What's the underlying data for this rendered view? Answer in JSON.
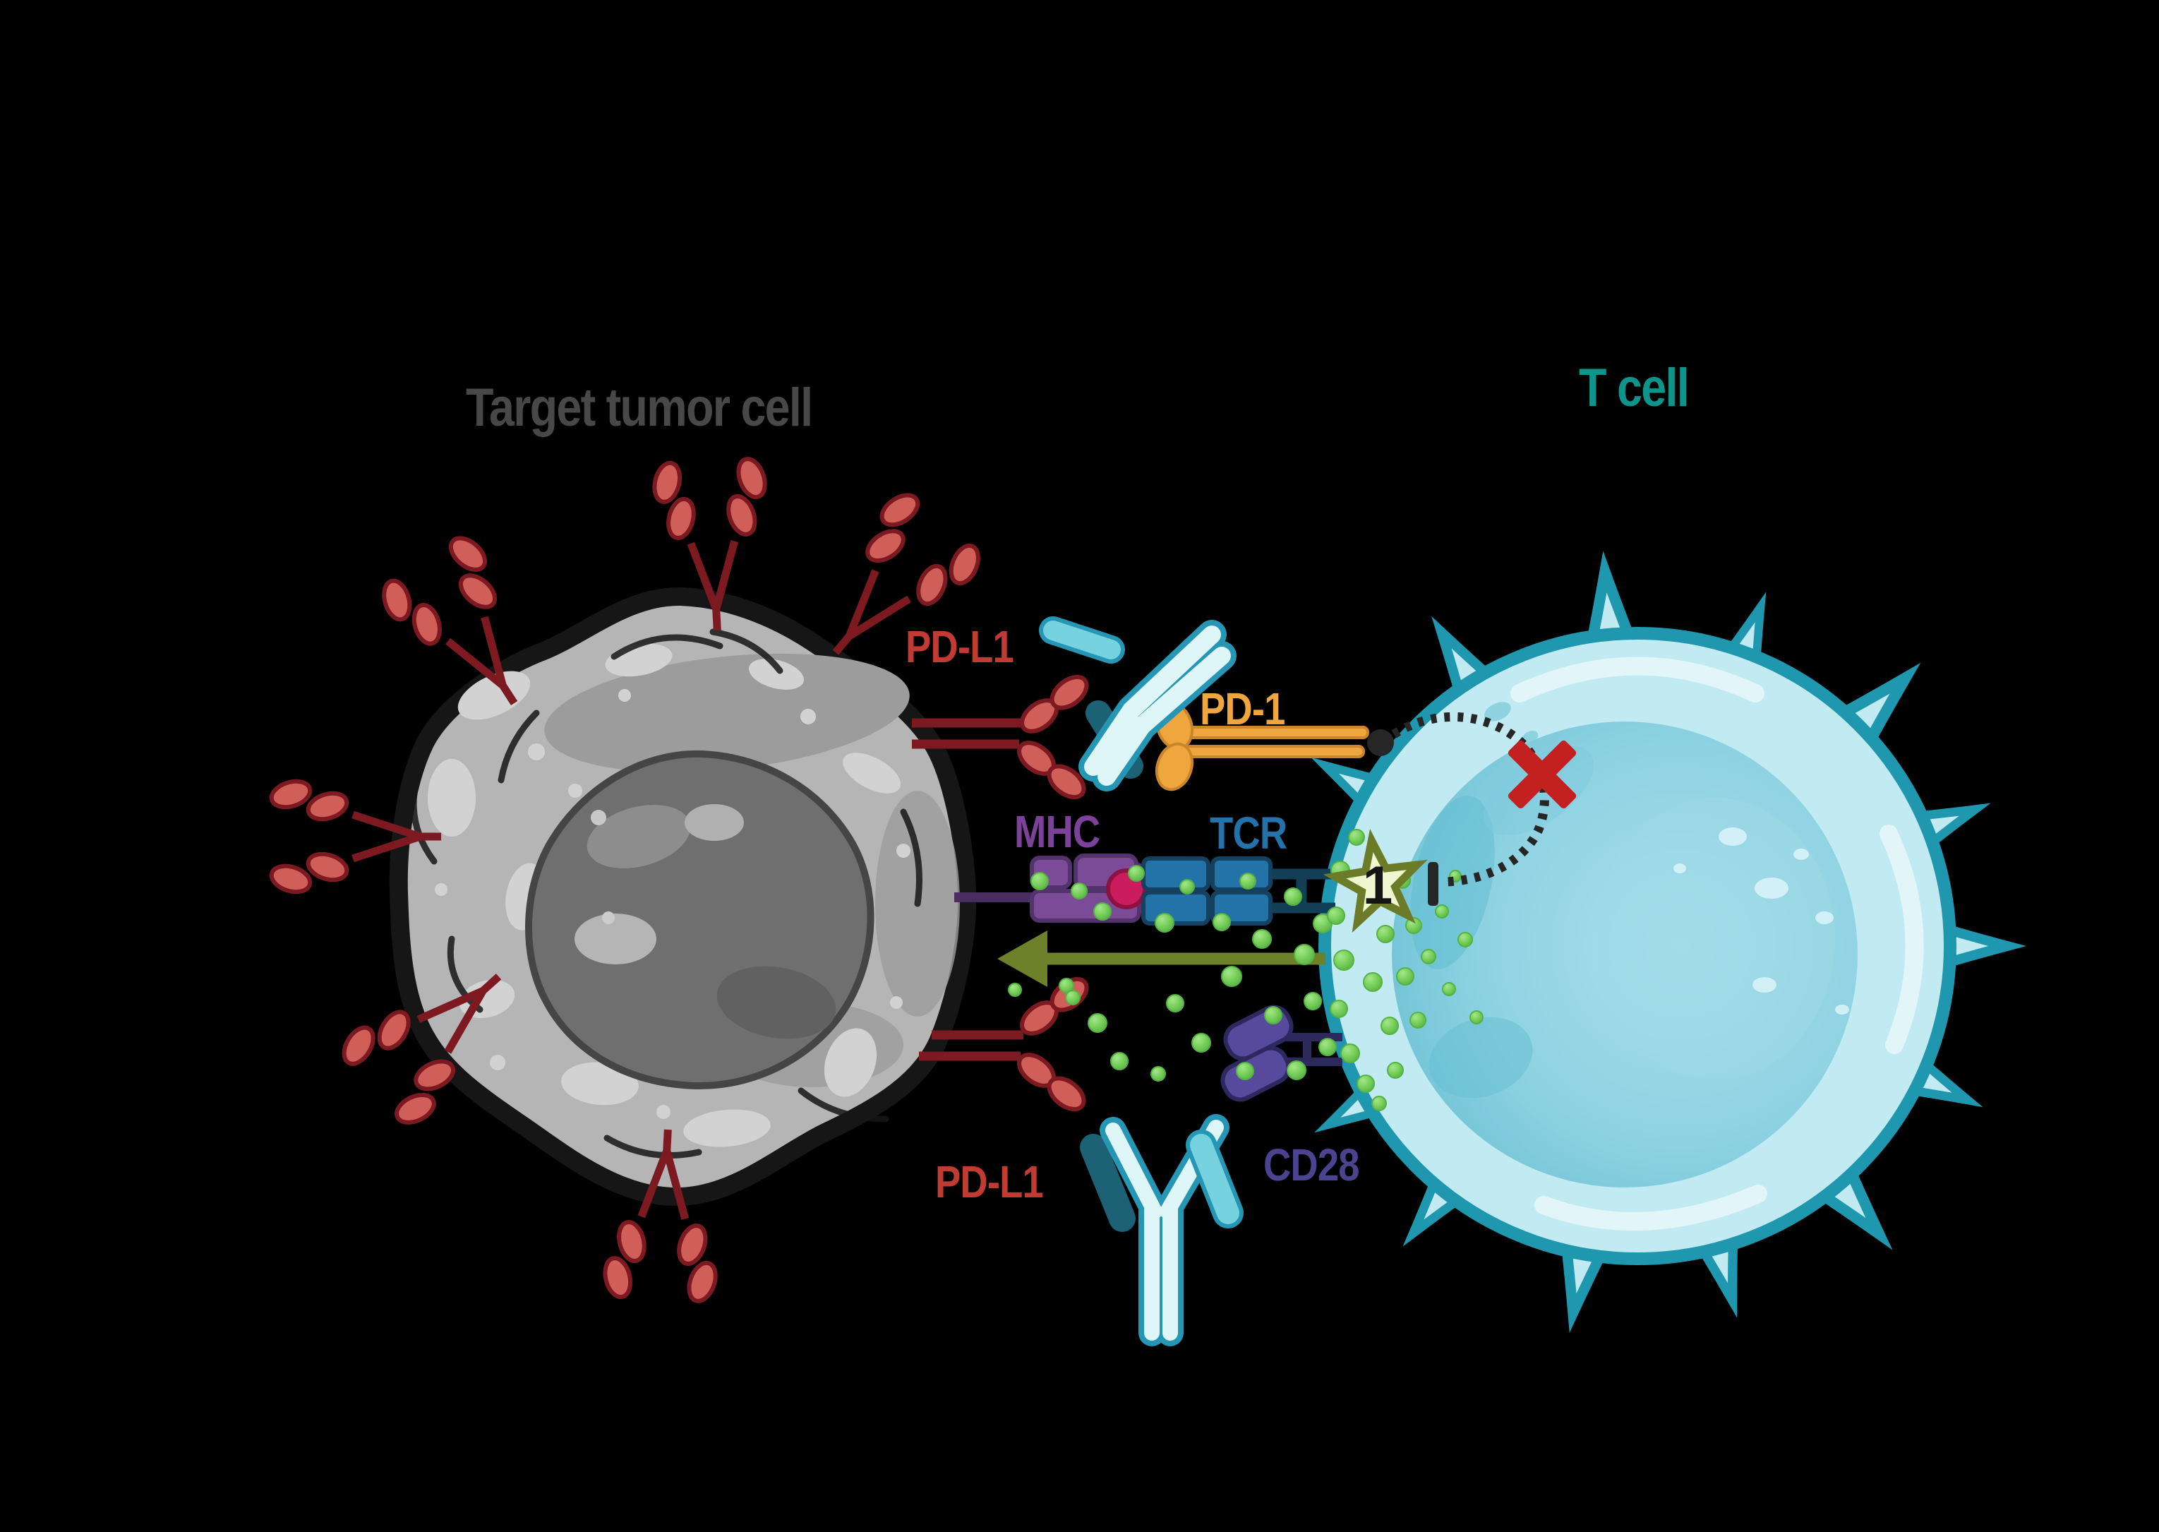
{
  "diagram": {
    "titles": {
      "tumor_cell": "Target tumor cell",
      "t_cell": "T cell"
    },
    "labels": {
      "pdl1_top": "PD-L1",
      "pd1": "PD-1",
      "mhc": "MHC",
      "tcr": "TCR",
      "pdl1_bottom": "PD-L1",
      "cd28": "CD28"
    },
    "annotations": {
      "step_number": "1"
    }
  },
  "colors": {
    "bg": "#000000",
    "tumor_title": "#484848",
    "tcell_title": "#0f948b",
    "pdl1_label": "#c23b32",
    "pd1_label": "#efa63e",
    "mhc_label": "#7c4299",
    "tcr_label": "#2372ab",
    "cd28_label": "#4c4390",
    "tumor_body": "#b5b5b5",
    "tumor_outline": "#161616",
    "tumor_patch": "#9c9c9c",
    "tumor_light": "#d2d2d2",
    "nucleus": "#6f6f6f",
    "nucleus_dark": "#454545",
    "pdl1_stalk": "#7d1a21",
    "pdl1_oval": "#d05f5a",
    "pd1_orange": "#efa63e",
    "pd1_outline": "#c9862b",
    "mhc_fill": "#7b4b97",
    "mhc_dark": "#53336b",
    "mhc_stalk": "#4a2d60",
    "peptide": "#cb1d5d",
    "peptide_dark": "#8d1242",
    "tcr_fill": "#2373a8",
    "tcr_dark": "#15405f",
    "connector": "#123f55",
    "cd28_fill": "#57499b",
    "cd28_dark": "#2d285e",
    "antibody_light": "#dff6f9",
    "antibody_outline": "#2596b4",
    "antibody_midcyan": "#77d2e0",
    "antibody_darkteal": "#1d6175",
    "tcell_membrane": "#1f97ae",
    "tcell_body": "#c2eaf2",
    "tcell_body_light": "#e6f7fa",
    "tcell_spot": "#d9f2f8",
    "granule_dark": "#55b243",
    "granule_light": "#a5e58c",
    "arrow": "#6c8129",
    "star_fill": "#f0f6cf",
    "star_stroke": "#6c7b27",
    "ink": "#262626",
    "x_red": "#c32020"
  }
}
